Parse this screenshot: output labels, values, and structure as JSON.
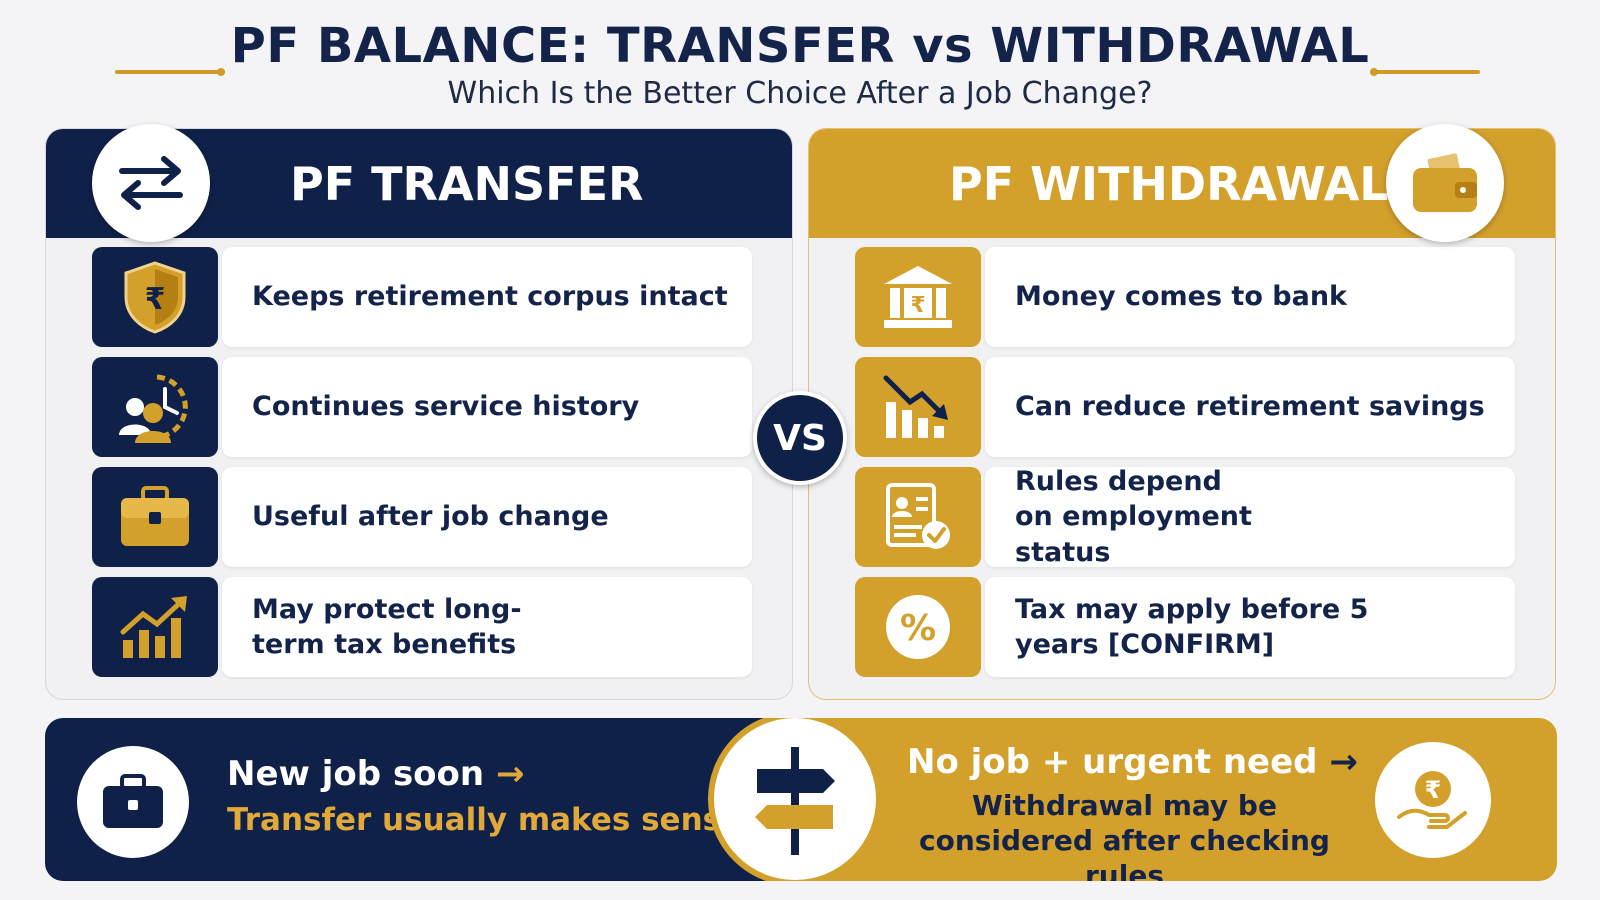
{
  "header": {
    "title": "PF BALANCE: TRANSFER vs WITHDRAWAL",
    "subtitle": "Which Is the Better Choice After a Job Change?"
  },
  "colors": {
    "navy": "#0f2148",
    "gold": "#d4a02c",
    "background": "#f4f4f6"
  },
  "transfer": {
    "title": "PF TRANSFER",
    "icon": "transfer-arrows-icon",
    "items": [
      {
        "icon": "rupee-shield-icon",
        "label": "Keeps retirement corpus intact"
      },
      {
        "icon": "people-clock-icon",
        "label": "Continues service history"
      },
      {
        "icon": "briefcase-icon",
        "label": "Useful after job change"
      },
      {
        "icon": "growth-chart-icon",
        "label": "May protect long-term tax benefits"
      }
    ]
  },
  "withdrawal": {
    "title": "PF WITHDRAWAL",
    "icon": "wallet-icon",
    "items": [
      {
        "icon": "bank-icon",
        "label": "Money comes to bank"
      },
      {
        "icon": "declining-chart-icon",
        "label": "Can reduce retirement savings"
      },
      {
        "icon": "document-check-icon",
        "label": "Rules depend on employment status"
      },
      {
        "icon": "percent-icon",
        "label": "Tax may apply before 5 years [CONFIRM]"
      }
    ]
  },
  "vs_label": "VS",
  "banner": {
    "left": {
      "line1": "New job soon",
      "arrow": "→",
      "line2": "Transfer usually makes sense",
      "icon": "briefcase-icon"
    },
    "center_icon": "signpost-icon",
    "right": {
      "line1": "No job + urgent need",
      "arrow": "→",
      "line2": "Withdrawal may be considered after checking rules",
      "icon": "rupee-hand-icon"
    }
  }
}
